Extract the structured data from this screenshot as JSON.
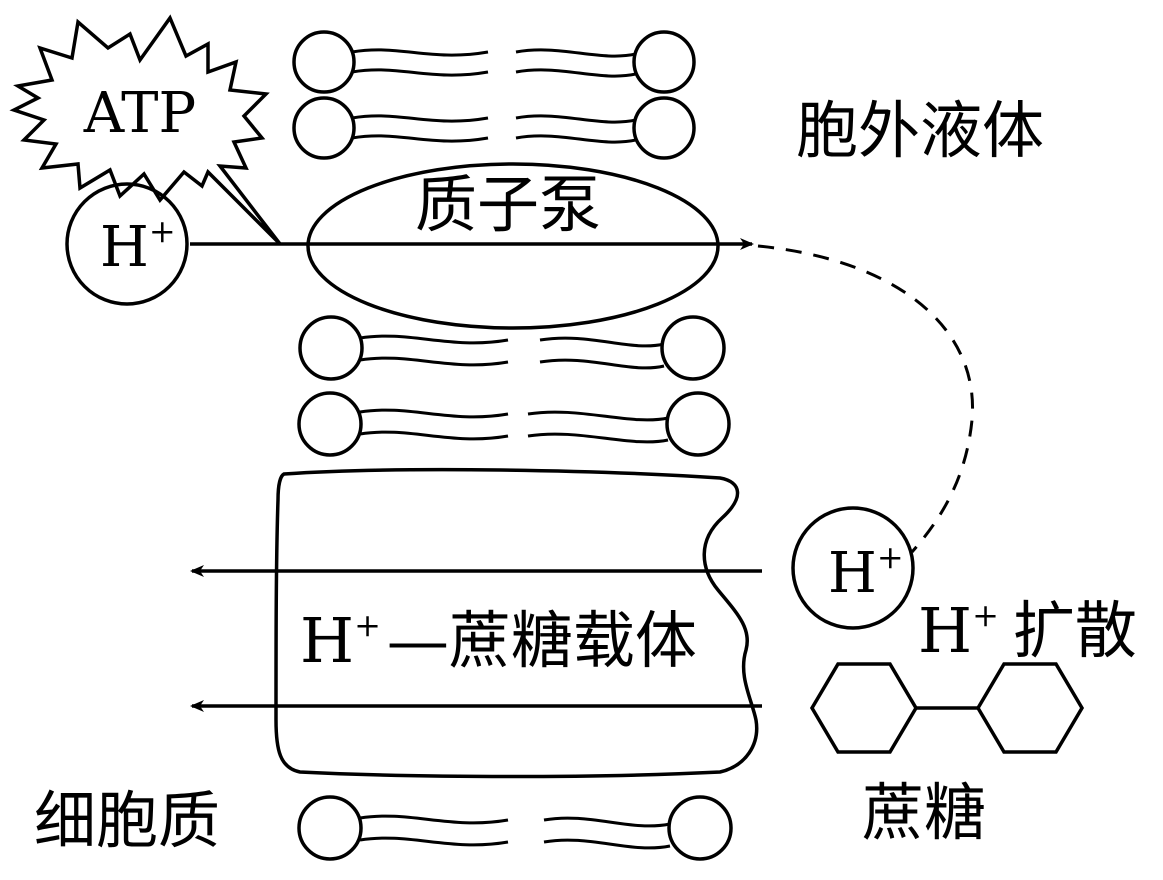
{
  "labels": {
    "atp": "ATP",
    "h_ion": "H",
    "plus": "+",
    "proton_pump": "质子泵",
    "extracellular": "胞外液体",
    "cotransporter_prefix": "H",
    "cotransporter_rest": "—蔗糖载体",
    "h_diffusion_suffix": "扩散",
    "sucrose": "蔗糖",
    "cytoplasm": "细胞质"
  }
}
